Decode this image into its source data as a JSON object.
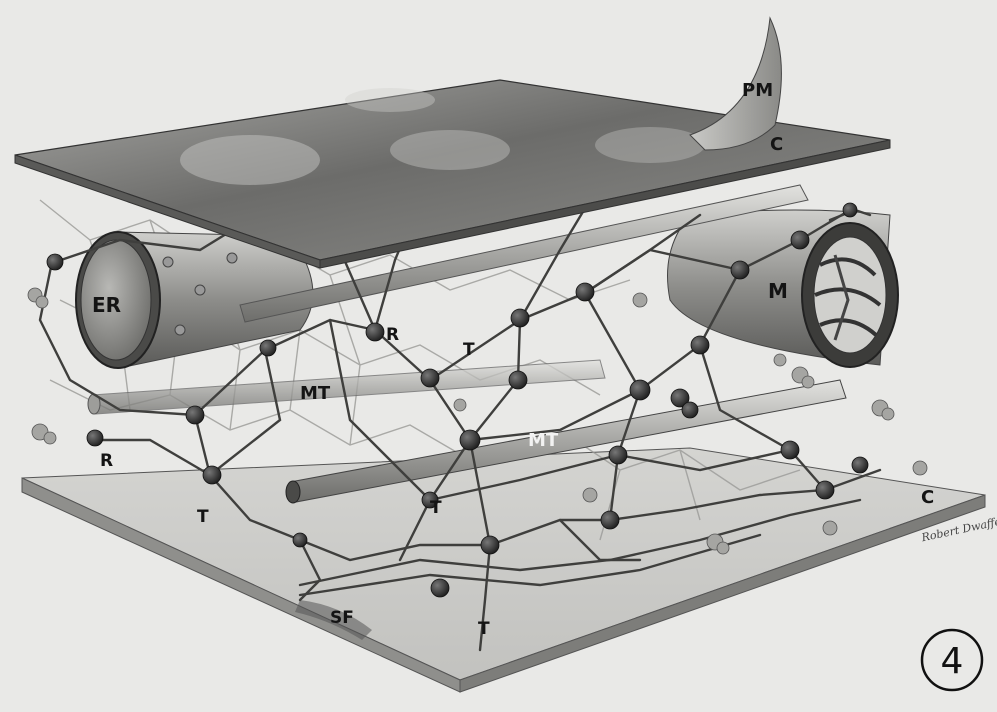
{
  "figure": {
    "number": "4",
    "signature": "Robert Dwaffe"
  },
  "labels": {
    "pm": "PM",
    "c_top": "C",
    "er": "ER",
    "m": "M",
    "r_upper": "R",
    "t_center": "T",
    "mt_left": "MT",
    "mt_center": "MT",
    "r_left": "R",
    "t_left": "T",
    "t_mid": "T",
    "c_bottom": "C",
    "sf": "SF",
    "t_bottom": "T"
  },
  "colors": {
    "background": "#e9e9e7",
    "membrane_dark": "#6f6f6f",
    "membrane_light": "#bdbdbb",
    "lattice": "#5a5a5a",
    "node": "#2e2e2e",
    "tubule": "#b3b3b0"
  }
}
